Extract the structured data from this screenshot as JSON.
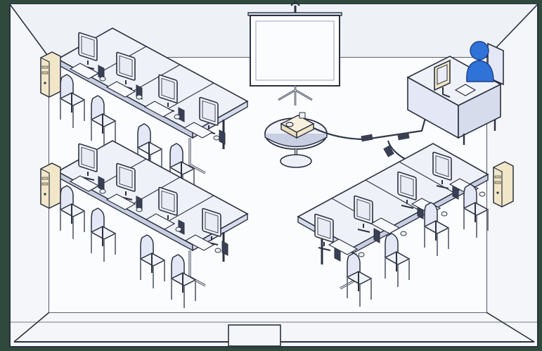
{
  "colors": {
    "frame": "#2f4a3c",
    "wall": "#f4f6f9",
    "floor": "#fbfcfe",
    "outline": "#2b3140",
    "furniture": "#eef1f8",
    "furniture_shade": "#c9cfe2",
    "chair": "#e4e8f6",
    "chair_shade": "#b8bfdc",
    "tower": "#f1e6c8",
    "monitor_screen": "#e9ecf4",
    "person": "#2f72d8",
    "cable": "#31384a"
  },
  "icons": {
    "projector_screen": "projection-screen-icon",
    "projector": "projector-icon",
    "teacher": "teacher-person-icon",
    "computer": "desktop-computer-icon",
    "chair": "chair-icon",
    "door": "door-icon"
  },
  "layout": {
    "student_workstations": 12,
    "teacher_desks": 1,
    "projector_tables": 1
  }
}
